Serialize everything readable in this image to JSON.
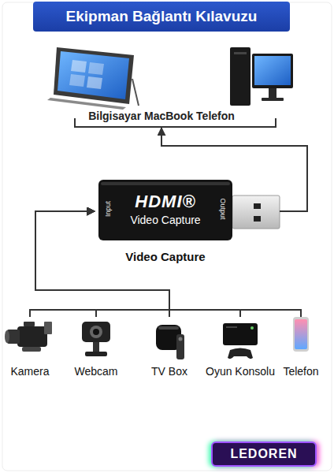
{
  "diagram": {
    "title": "Ekipman Bağlantı Kılavuzu",
    "nodes": [
      {
        "text": [
          "Bilgisayar MacBook Telefon"
        ]
      },
      {
        "text": [
          "HDMI®",
          "Video Capture",
          "Input",
          "Output",
          "Video Capture"
        ]
      },
      {
        "text": [
          "Kamera"
        ]
      },
      {
        "text": [
          "Webcam"
        ]
      },
      {
        "text": [
          "TV Box"
        ]
      },
      {
        "text": [
          "Oyun Konsolu"
        ]
      },
      {
        "text": [
          "Telefon"
        ]
      }
    ],
    "edges": [
      {
        "from": 1,
        "to": 0,
        "arrow": "to"
      },
      {
        "from": 2,
        "to": 1,
        "arrow": "to"
      },
      {
        "from": 3,
        "to": 1,
        "arrow": "to"
      },
      {
        "from": 4,
        "to": 1,
        "arrow": "to"
      },
      {
        "from": 5,
        "to": 1,
        "arrow": "to"
      },
      {
        "from": 6,
        "to": 1,
        "arrow": "to"
      }
    ],
    "labels": [
      "LEDOREN"
    ]
  }
}
